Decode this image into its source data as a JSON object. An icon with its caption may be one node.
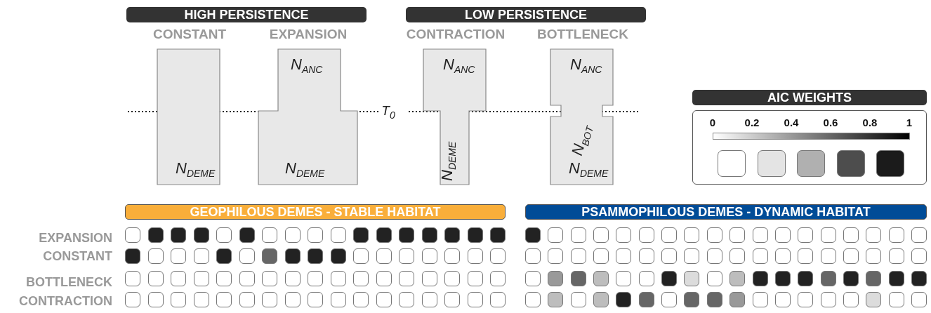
{
  "diagram": {
    "nodes": [
      {
        "text": [
          "HIGH PERSISTENCE"
        ]
      },
      {
        "text": [
          "LOW PERSISTENCE"
        ]
      },
      {
        "text": [
          "CONSTANT",
          "N$_{DEME}$"
        ]
      },
      {
        "text": [
          "EXPANSION",
          "N$_{ANC}$",
          "N$_{DEME}$"
        ]
      },
      {
        "text": [
          "CONTRACTION",
          "N$_{ANC}$",
          "N$_{DEME}$"
        ]
      },
      {
        "text": [
          "BOTTLENECK",
          "N$_{ANC}$",
          "N$_{BOT}$",
          "N$_{DEME}$"
        ]
      },
      {
        "text": [
          "AIC WEIGHTS"
        ]
      },
      {
        "text": [
          "GEOPHILOUS DEMES - STABLE HABITAT"
        ]
      },
      {
        "text": [
          "PSAMMOPHILOUS DEMES - DYNAMIC HABITAT"
        ]
      }
    ],
    "labels": [
      "T$_{0}$",
      "0",
      "0.2",
      "0.4",
      "0.6",
      "0.8",
      "1",
      "EXPANSION",
      "CONSTANT",
      "BOTTLENECK",
      "CONTRACTION"
    ]
  }
}
